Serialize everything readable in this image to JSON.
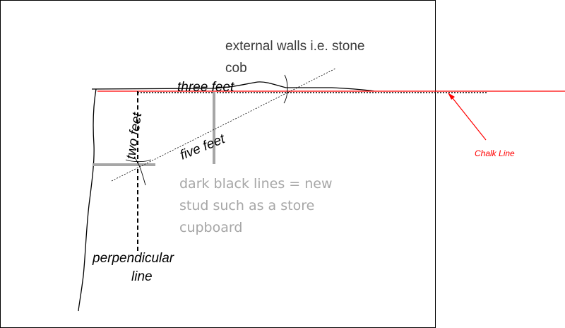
{
  "labels": {
    "external_walls_line1": "external walls i.e. stone",
    "external_walls_line2": "cob",
    "three_feet": "three feet",
    "two_feet": "two feet",
    "five_feet": "five feet",
    "chalk_line": "Chalk Line",
    "note_line1": "dark black lines = new",
    "note_line2": "stud such as a store",
    "note_line3": "cupboard",
    "perpendicular_line1": "perpendicular",
    "perpendicular_line2": "line"
  },
  "colors": {
    "chalk": "#ff0000",
    "note_gray": "#a6a6a6",
    "stud_gray": "#a6a6a6",
    "ink": "#000000"
  }
}
